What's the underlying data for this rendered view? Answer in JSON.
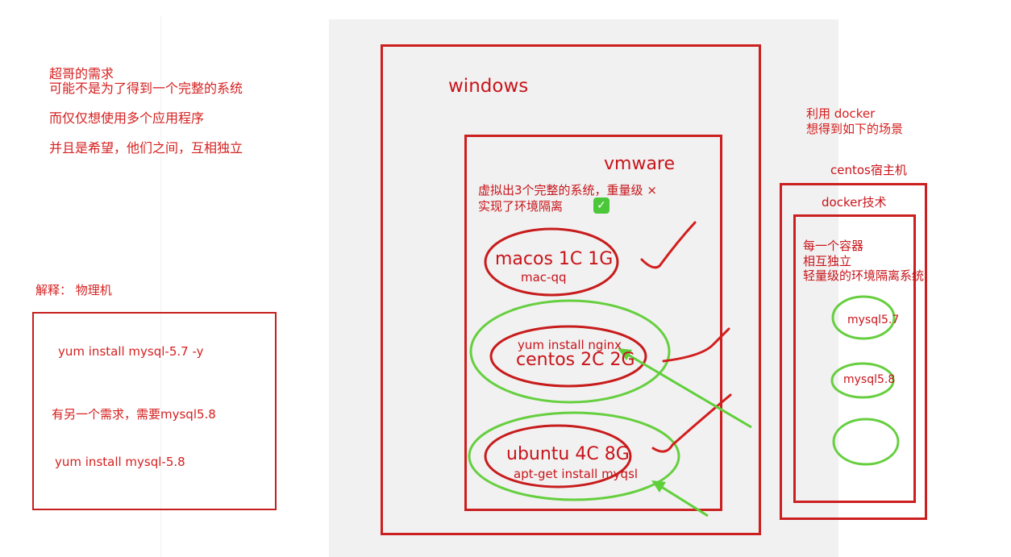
{
  "left_notes": {
    "line1": "超哥的需求",
    "line2": "可能不是为了得到一个完整的系统",
    "line3": "而仅仅想使用多个应用程序",
    "line4": "并且是希望，他们之间，互相独立"
  },
  "explain_label": "解释：  物理机",
  "physical_box": {
    "cmd1": "yum install  mysql-5.7 -y",
    "note": "有另一个需求，需要mysql5.8",
    "cmd2": "yum install mysql-5.8"
  },
  "windows": {
    "label": "windows",
    "vmware": {
      "label": "vmware",
      "note_line1": "虚拟出3个完整的系统，重量级 ×",
      "note_line2": "实现了环境隔离",
      "check_emoji": "✅",
      "vms": [
        {
          "name": "macos 1C 1G",
          "sub": "mac-qq"
        },
        {
          "name": "centos 2C 2G",
          "sub": "yum install nginx"
        },
        {
          "name": "ubuntu 4C 8G",
          "sub": "apt-get install myqsl"
        }
      ]
    }
  },
  "docker_side": {
    "intro_line1": "利用 docker",
    "intro_line2": "想得到如下的场景",
    "host_label": "centos宿主机",
    "docker_label": "docker技术",
    "desc_line1": "每一个容器",
    "desc_line2": "相互独立",
    "desc_line3": "轻量级的环境隔离系统",
    "containers": [
      "mysql5.7",
      "mysql5.8",
      ""
    ]
  },
  "colors": {
    "red": "#cc1f1f",
    "green": "#5fcf3a",
    "background_panel": "#f1f1f1"
  }
}
